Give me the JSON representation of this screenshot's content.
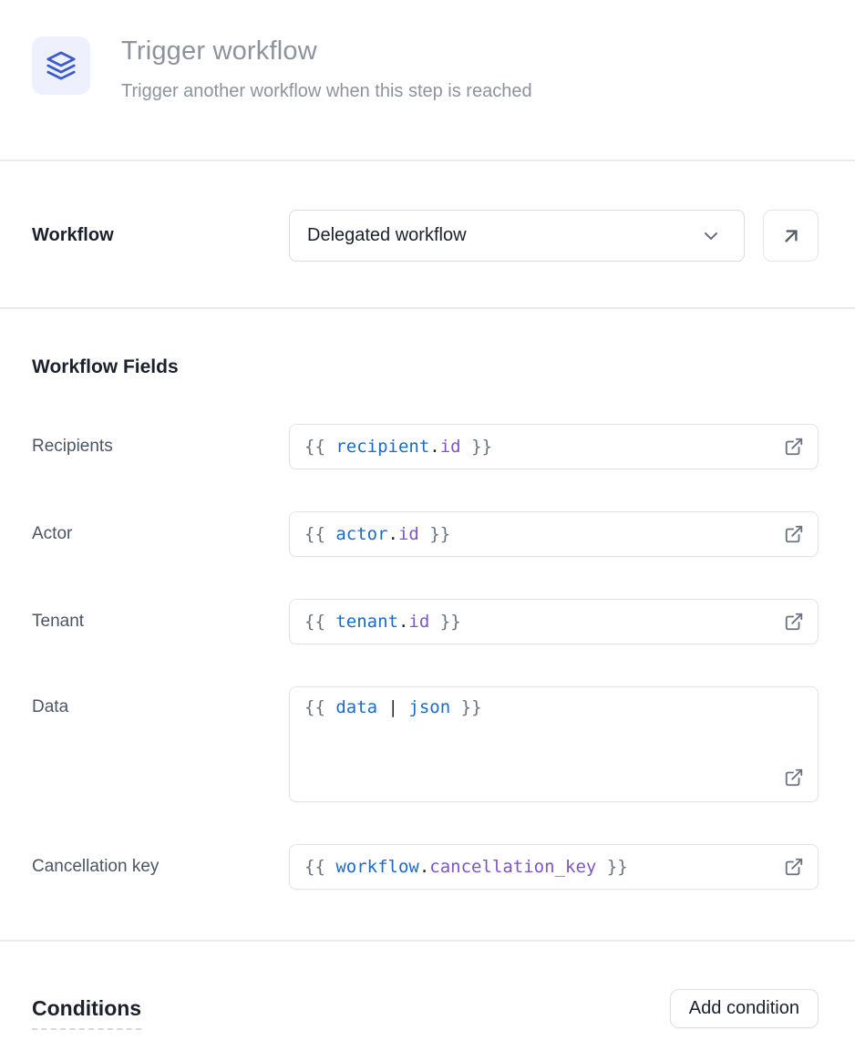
{
  "header": {
    "icon": "layers-icon",
    "title": "Trigger workflow",
    "subtitle": "Trigger another workflow when this step is reached"
  },
  "workflow_selector": {
    "label": "Workflow",
    "selected_option": "Delegated workflow",
    "dropdown_icon": "chevron-down-icon",
    "goto_icon": "arrow-up-right-icon"
  },
  "fields_section": {
    "title": "Workflow Fields",
    "field_icon": "external-link-icon",
    "fields": [
      {
        "label": "Recipients",
        "multiline": false,
        "value": "{{ recipient.id }}",
        "tokens": [
          {
            "t": "brace",
            "v": "{{ "
          },
          {
            "t": "variable",
            "v": "recipient"
          },
          {
            "t": "punct",
            "v": "."
          },
          {
            "t": "property",
            "v": "id"
          },
          {
            "t": "brace",
            "v": " }}"
          }
        ]
      },
      {
        "label": "Actor",
        "multiline": false,
        "value": "{{ actor.id }}",
        "tokens": [
          {
            "t": "brace",
            "v": "{{ "
          },
          {
            "t": "variable",
            "v": "actor"
          },
          {
            "t": "punct",
            "v": "."
          },
          {
            "t": "property",
            "v": "id"
          },
          {
            "t": "brace",
            "v": " }}"
          }
        ]
      },
      {
        "label": "Tenant",
        "multiline": false,
        "value": "{{ tenant.id }}",
        "tokens": [
          {
            "t": "brace",
            "v": "{{ "
          },
          {
            "t": "variable",
            "v": "tenant"
          },
          {
            "t": "punct",
            "v": "."
          },
          {
            "t": "property",
            "v": "id"
          },
          {
            "t": "brace",
            "v": " }}"
          }
        ]
      },
      {
        "label": "Data",
        "multiline": true,
        "value": "{{ data | json }}",
        "tokens": [
          {
            "t": "brace",
            "v": "{{ "
          },
          {
            "t": "variable",
            "v": "data"
          },
          {
            "t": "punct",
            "v": " | "
          },
          {
            "t": "variable",
            "v": "json"
          },
          {
            "t": "brace",
            "v": " }}"
          }
        ]
      },
      {
        "label": "Cancellation key",
        "multiline": false,
        "value": "{{ workflow.cancellation_key }}",
        "tokens": [
          {
            "t": "brace",
            "v": "{{ "
          },
          {
            "t": "variable",
            "v": "workflow"
          },
          {
            "t": "punct",
            "v": "."
          },
          {
            "t": "property",
            "v": "cancellation_key"
          },
          {
            "t": "brace",
            "v": " }}"
          }
        ]
      }
    ]
  },
  "conditions_section": {
    "title": "Conditions",
    "add_button_label": "Add condition"
  },
  "colors": {
    "accent_blue": "#3a5ccc",
    "tile_bg": "#eef1fd",
    "code_brace": "#6a737d",
    "code_variable": "#1b6ac9",
    "code_punct": "#24292e",
    "code_property": "#7d55c4"
  }
}
